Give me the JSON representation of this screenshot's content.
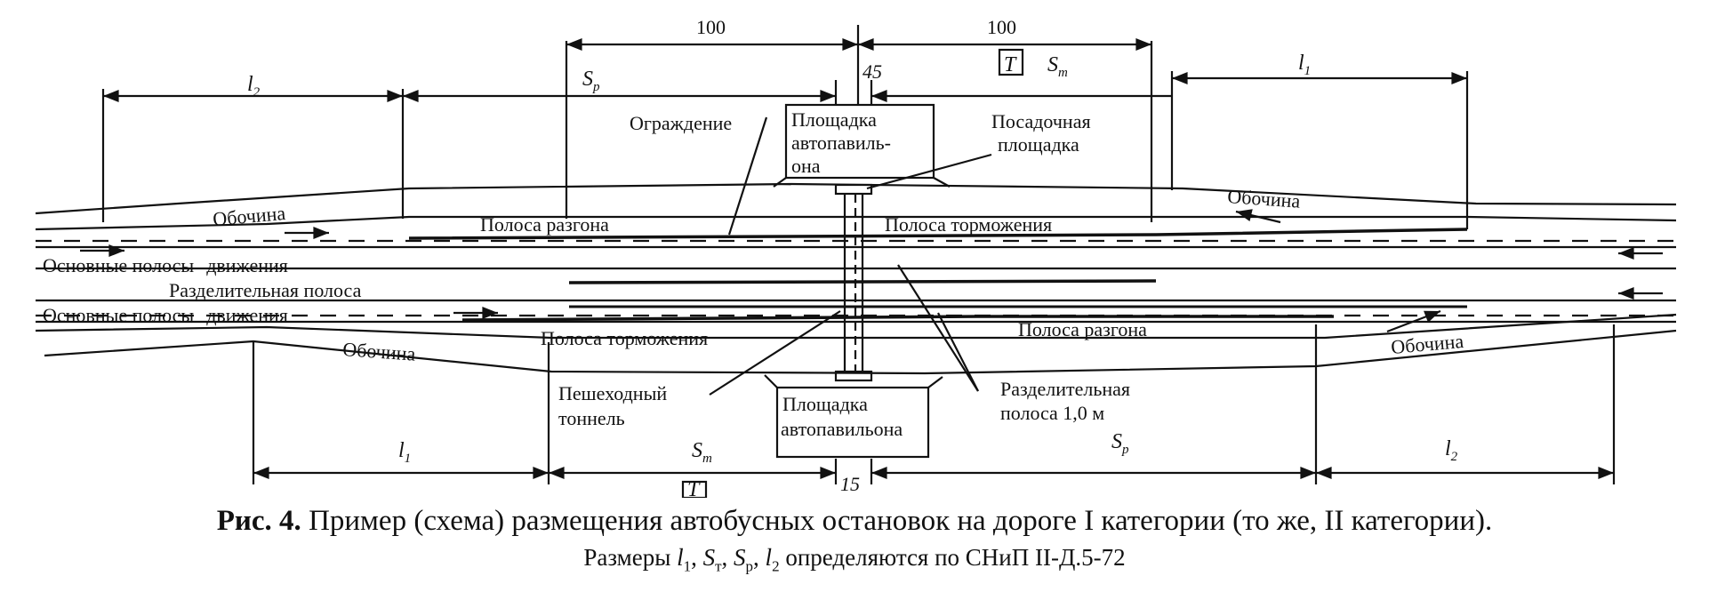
{
  "diagram": {
    "dimensions": {
      "top_left_100": "100",
      "top_right_100": "100",
      "top_45": "45",
      "bottom_15": "15",
      "l1": "l",
      "l1_sub": "1",
      "l2": "l",
      "l2_sub": "2",
      "s": "S",
      "sub_p": "p",
      "sub_t": "т",
      "t_mark": "T"
    },
    "labels": {
      "fence": "Ограждение",
      "pavilion_top_line1": "Площадка",
      "pavilion_top_line2": "автопавиль-",
      "pavilion_top_line3": "она",
      "boarding_line1": "Посадочная",
      "boarding_line2": "площадка",
      "shoulder": "Обочина",
      "accel_lane": "Полоса разгона",
      "decel_lane": "Полоса торможения",
      "main_lanes_1": "Основные полосы",
      "main_lanes_2": "движения",
      "median": "Разделительная полоса",
      "tunnel_line1": "Пешеходный",
      "tunnel_line2": "тоннель",
      "pavilion_bottom_line1": "Площадка",
      "pavilion_bottom_line2": "автопавильона",
      "divider_line1": "Разделительная",
      "divider_line2": "полоса 1,0 м"
    }
  },
  "caption": {
    "fig_label": "Рис. 4.",
    "line1": "Пример (схема) размещения автобусных остановок на дороге I категории (то же, II категории).",
    "line2_prefix": "Размеры",
    "l": "l",
    "s": "S",
    "sub_1": "1",
    "sub_2": "2",
    "sub_t": "т",
    "sub_p": "р",
    "line2_suffix": "определяются по СНиП II-Д.5-72"
  }
}
